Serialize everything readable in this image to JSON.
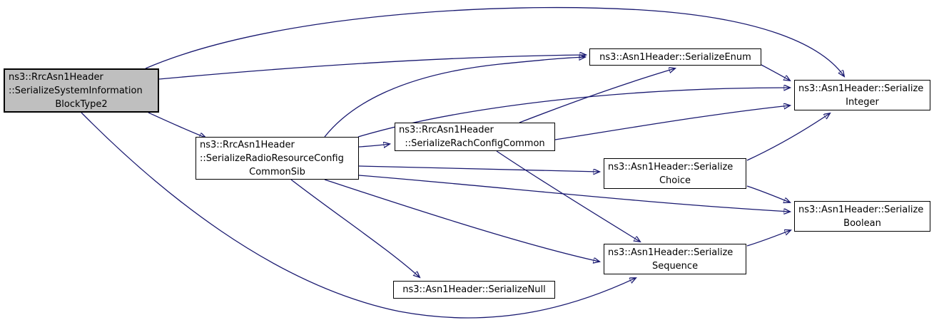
{
  "diagram": {
    "type": "doxygen-call-graph",
    "colors": {
      "edge": "#191970",
      "node_border": "#000000",
      "node_fill": "#ffffff",
      "highlight_fill": "#bfbfbf",
      "background": "#ffffff"
    },
    "nodes": [
      {
        "id": "SerializeSystemInformationBlockType2",
        "highlighted": true,
        "lines": [
          "ns3::RrcAsn1Header",
          "::SerializeSystemInformation",
          "BlockType2"
        ]
      },
      {
        "id": "SerializeRadioResourceConfigCommonSib",
        "highlighted": false,
        "lines": [
          "ns3::RrcAsn1Header",
          "::SerializeRadioResourceConfig",
          "CommonSib"
        ]
      },
      {
        "id": "SerializeRachConfigCommon",
        "highlighted": false,
        "lines": [
          "ns3::RrcAsn1Header",
          "::SerializeRachConfigCommon"
        ]
      },
      {
        "id": "SerializeEnum",
        "highlighted": false,
        "lines": [
          "ns3::Asn1Header::SerializeEnum"
        ]
      },
      {
        "id": "SerializeInteger",
        "highlighted": false,
        "lines": [
          "ns3::Asn1Header::Serialize",
          "Integer"
        ]
      },
      {
        "id": "SerializeChoice",
        "highlighted": false,
        "lines": [
          "ns3::Asn1Header::Serialize",
          "Choice"
        ]
      },
      {
        "id": "SerializeBoolean",
        "highlighted": false,
        "lines": [
          "ns3::Asn1Header::Serialize",
          "Boolean"
        ]
      },
      {
        "id": "SerializeSequence",
        "highlighted": false,
        "lines": [
          "ns3::Asn1Header::Serialize",
          "Sequence"
        ]
      },
      {
        "id": "SerializeNull",
        "highlighted": false,
        "lines": [
          "ns3::Asn1Header::SerializeNull"
        ]
      }
    ],
    "edges": [
      {
        "from": "SerializeSystemInformationBlockType2",
        "to": "SerializeRadioResourceConfigCommonSib"
      },
      {
        "from": "SerializeSystemInformationBlockType2",
        "to": "SerializeEnum"
      },
      {
        "from": "SerializeSystemInformationBlockType2",
        "to": "SerializeInteger"
      },
      {
        "from": "SerializeSystemInformationBlockType2",
        "to": "SerializeSequence"
      },
      {
        "from": "SerializeRadioResourceConfigCommonSib",
        "to": "SerializeRachConfigCommon"
      },
      {
        "from": "SerializeRadioResourceConfigCommonSib",
        "to": "SerializeEnum"
      },
      {
        "from": "SerializeRadioResourceConfigCommonSib",
        "to": "SerializeInteger"
      },
      {
        "from": "SerializeRadioResourceConfigCommonSib",
        "to": "SerializeChoice"
      },
      {
        "from": "SerializeRadioResourceConfigCommonSib",
        "to": "SerializeBoolean"
      },
      {
        "from": "SerializeRadioResourceConfigCommonSib",
        "to": "SerializeSequence"
      },
      {
        "from": "SerializeRadioResourceConfigCommonSib",
        "to": "SerializeNull"
      },
      {
        "from": "SerializeRachConfigCommon",
        "to": "SerializeEnum"
      },
      {
        "from": "SerializeRachConfigCommon",
        "to": "SerializeInteger"
      },
      {
        "from": "SerializeRachConfigCommon",
        "to": "SerializeSequence"
      },
      {
        "from": "SerializeEnum",
        "to": "SerializeInteger"
      },
      {
        "from": "SerializeChoice",
        "to": "SerializeInteger"
      },
      {
        "from": "SerializeChoice",
        "to": "SerializeBoolean"
      },
      {
        "from": "SerializeSequence",
        "to": "SerializeBoolean"
      }
    ]
  }
}
